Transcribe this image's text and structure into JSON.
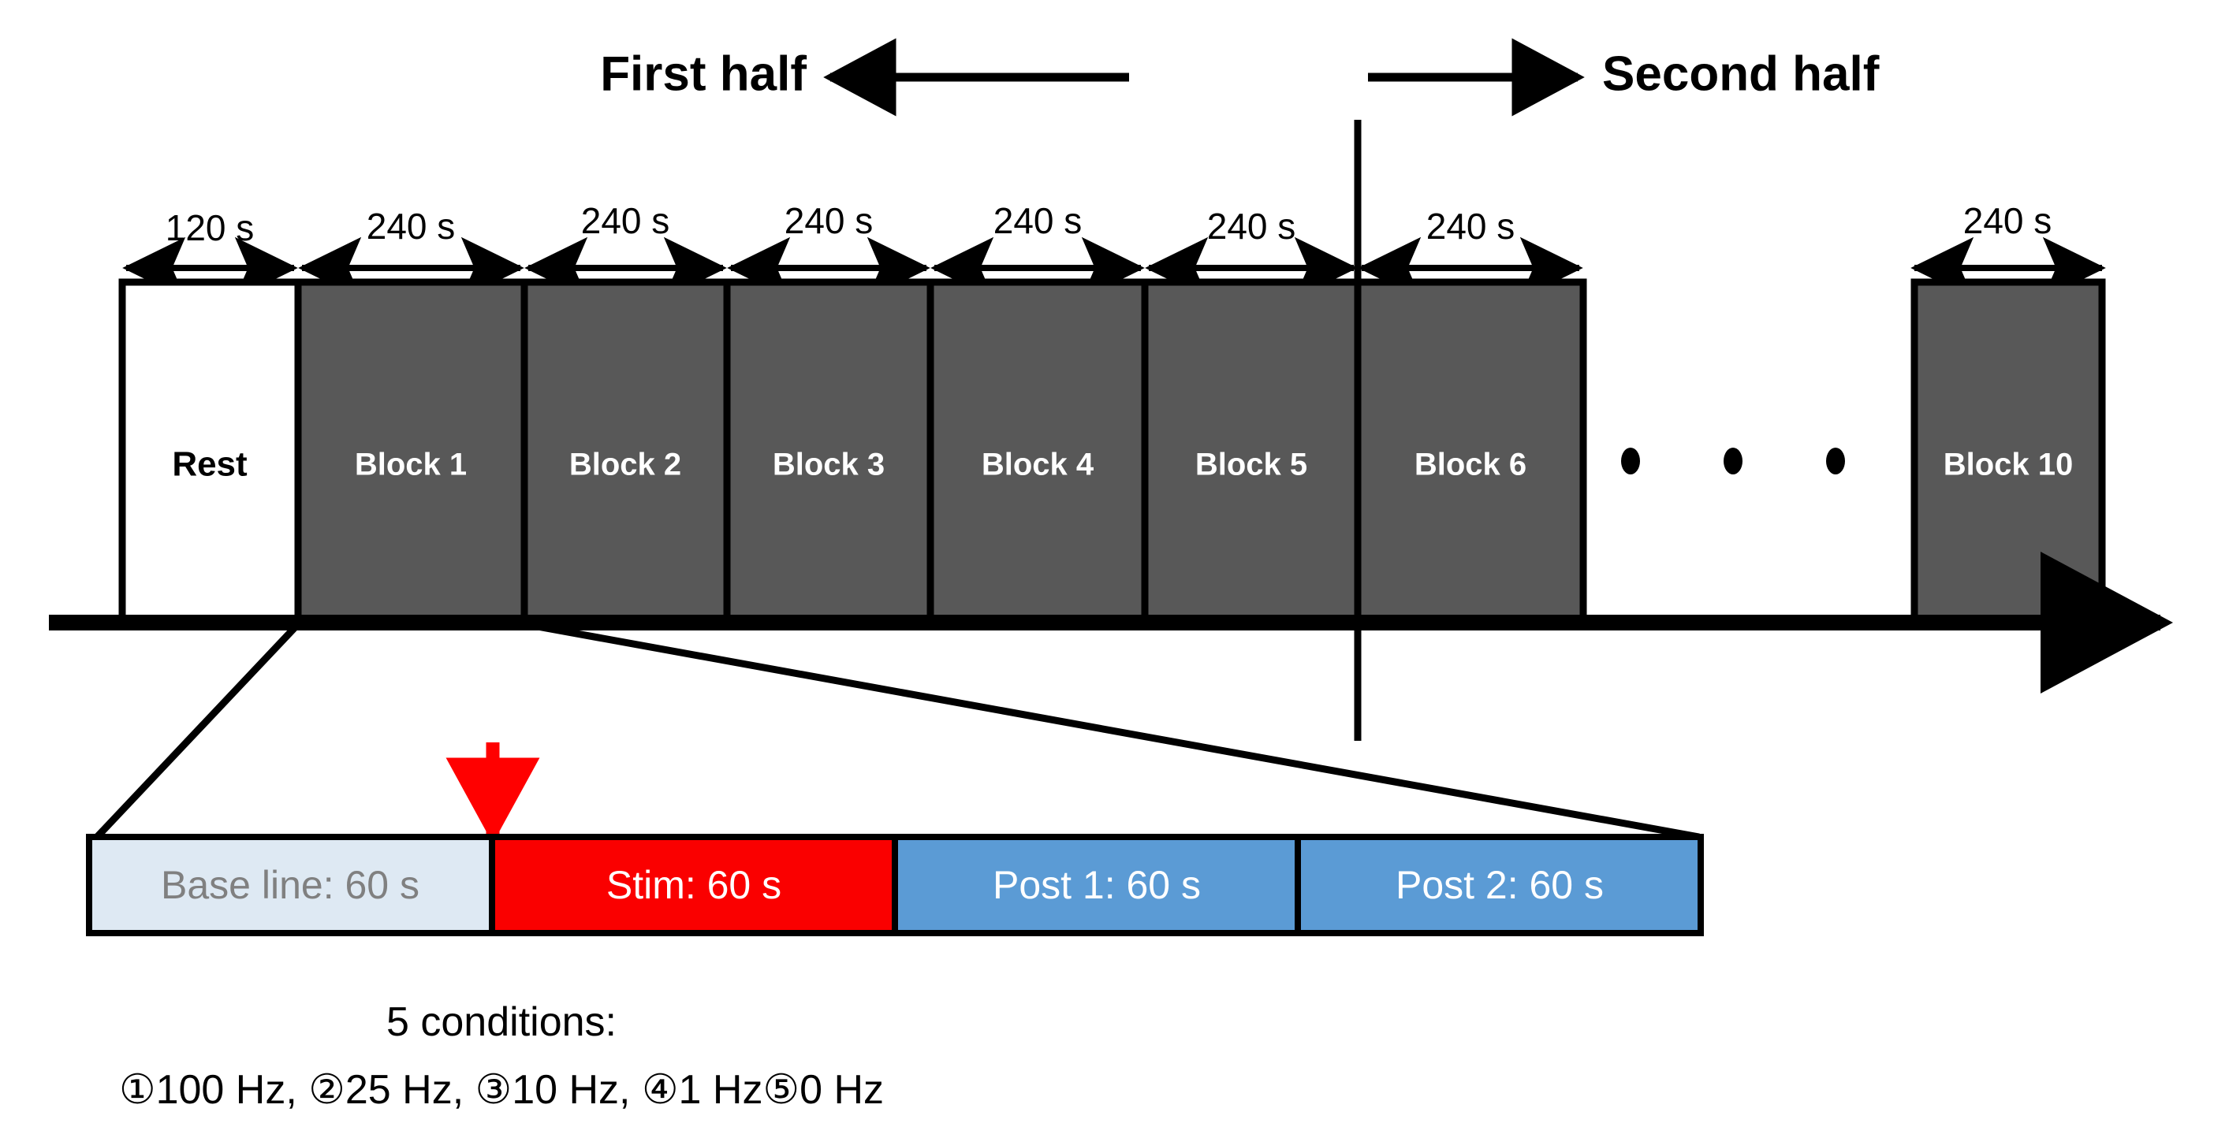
{
  "figure": {
    "halves": {
      "first_label": "First half",
      "second_label": "Second half"
    },
    "timeline": {
      "durations": [
        {
          "text": "120 s",
          "span": "Rest"
        },
        {
          "text": "240 s",
          "span": "Block 1"
        },
        {
          "text": "240 s",
          "span": "Block 2"
        },
        {
          "text": "240 s",
          "span": "Block 3"
        },
        {
          "text": "240 s",
          "span": "Block 4"
        },
        {
          "text": "240 s",
          "span": "Block 5"
        },
        {
          "text": "240 s",
          "span": "Block 6"
        },
        {
          "text": "240 s",
          "span": "Block 10"
        }
      ],
      "blocks": [
        {
          "label": "Rest",
          "fill": "#ffffff",
          "text_color": "#000000"
        },
        {
          "label": "Block 1",
          "fill": "#585858",
          "text_color": "#ffffff"
        },
        {
          "label": "Block 2",
          "fill": "#585858",
          "text_color": "#ffffff"
        },
        {
          "label": "Block 3",
          "fill": "#585858",
          "text_color": "#ffffff"
        },
        {
          "label": "Block 4",
          "fill": "#585858",
          "text_color": "#ffffff"
        },
        {
          "label": "Block 5",
          "fill": "#585858",
          "text_color": "#ffffff"
        },
        {
          "label": "Block 6",
          "fill": "#585858",
          "text_color": "#ffffff"
        },
        {
          "label": "Block 10",
          "fill": "#585858",
          "text_color": "#ffffff"
        }
      ],
      "ellipsis": "• • •"
    },
    "block_detail": {
      "segments": [
        {
          "label": "Base line: 60 s",
          "fill": "#dee9f3",
          "text_color": "#808080"
        },
        {
          "label": "Stim: 60 s",
          "fill": "#fa0000",
          "text_color": "#ffffff"
        },
        {
          "label": "Post 1: 60 s",
          "fill": "#5b9bd5",
          "text_color": "#ffffff"
        },
        {
          "label": "Post 2: 60 s",
          "fill": "#5b9bd5",
          "text_color": "#ffffff"
        }
      ],
      "stim_marker_color": "#ff0000"
    },
    "conditions": {
      "heading": "5 conditions:",
      "list": "①100 Hz, ②25 Hz, ③10 Hz, ④1 Hz⑤0 Hz",
      "items": [
        {
          "marker": "①",
          "value": "100 Hz"
        },
        {
          "marker": "②",
          "value": "25 Hz"
        },
        {
          "marker": "③",
          "value": "10 Hz"
        },
        {
          "marker": "④",
          "value": "1 Hz"
        },
        {
          "marker": "⑤",
          "value": "0 Hz"
        }
      ]
    },
    "colors": {
      "block_gray": "#585858",
      "stim_red": "#fa0000",
      "post_blue": "#5b9bd5",
      "baseline_blue": "#dee9f3",
      "marker_red": "#ff0000",
      "stroke": "#000000"
    }
  }
}
